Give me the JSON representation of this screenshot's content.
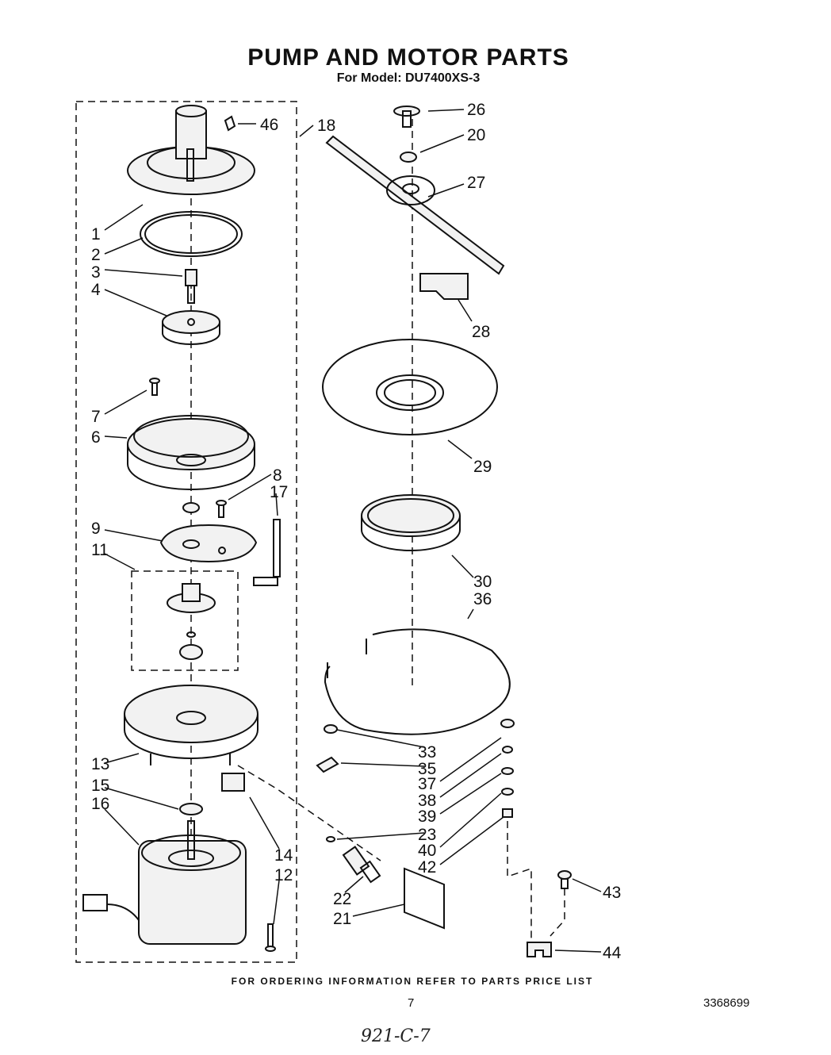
{
  "header": {
    "title": "PUMP AND MOTOR PARTS",
    "subtitle": "For Model: DU7400XS-3"
  },
  "callouts": [
    {
      "id": "46",
      "label": "46"
    },
    {
      "id": "18",
      "label": "18"
    },
    {
      "id": "26",
      "label": "26"
    },
    {
      "id": "20",
      "label": "20"
    },
    {
      "id": "27",
      "label": "27"
    },
    {
      "id": "1",
      "label": "1"
    },
    {
      "id": "2",
      "label": "2"
    },
    {
      "id": "3",
      "label": "3"
    },
    {
      "id": "4",
      "label": "4"
    },
    {
      "id": "28",
      "label": "28"
    },
    {
      "id": "7",
      "label": "7"
    },
    {
      "id": "6",
      "label": "6"
    },
    {
      "id": "29",
      "label": "29"
    },
    {
      "id": "8",
      "label": "8"
    },
    {
      "id": "17",
      "label": "17"
    },
    {
      "id": "9",
      "label": "9"
    },
    {
      "id": "11",
      "label": "11"
    },
    {
      "id": "30",
      "label": "30"
    },
    {
      "id": "36",
      "label": "36"
    },
    {
      "id": "33",
      "label": "33"
    },
    {
      "id": "13",
      "label": "13"
    },
    {
      "id": "35",
      "label": "35"
    },
    {
      "id": "37",
      "label": "37"
    },
    {
      "id": "15",
      "label": "15"
    },
    {
      "id": "38",
      "label": "38"
    },
    {
      "id": "16",
      "label": "16"
    },
    {
      "id": "39",
      "label": "39"
    },
    {
      "id": "23",
      "label": "23"
    },
    {
      "id": "40",
      "label": "40"
    },
    {
      "id": "14",
      "label": "14"
    },
    {
      "id": "42",
      "label": "42"
    },
    {
      "id": "12",
      "label": "12"
    },
    {
      "id": "43",
      "label": "43"
    },
    {
      "id": "22",
      "label": "22"
    },
    {
      "id": "21",
      "label": "21"
    },
    {
      "id": "44",
      "label": "44"
    }
  ],
  "footer": {
    "ordering_note": "FOR ORDERING INFORMATION REFER TO PARTS PRICE LIST",
    "page_number": "7",
    "document_number": "3368699",
    "handwritten_note": "921-C-7"
  }
}
